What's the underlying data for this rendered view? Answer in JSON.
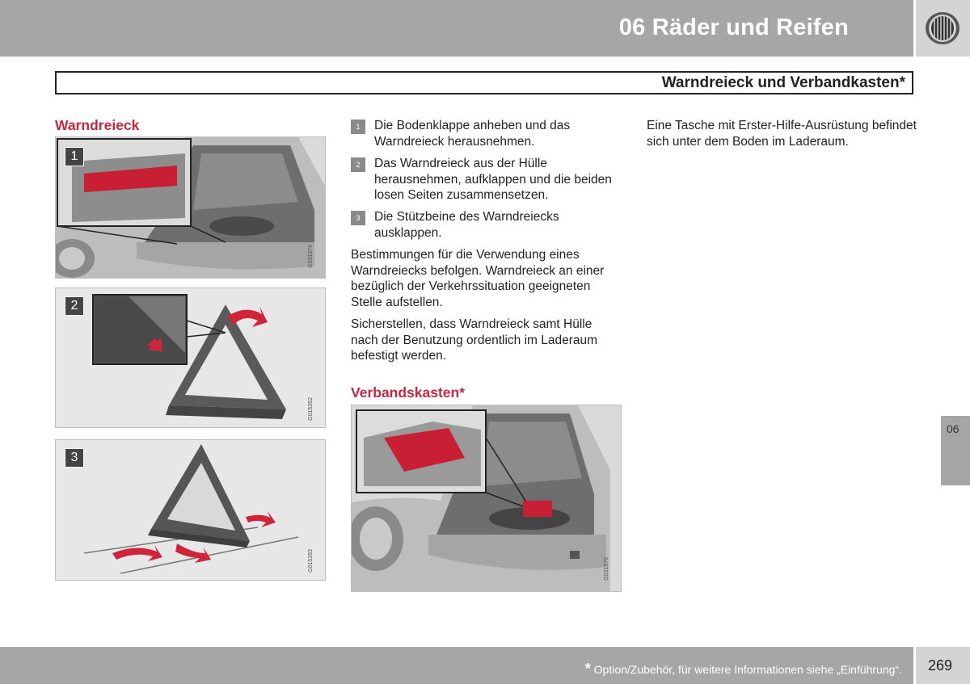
{
  "header": {
    "chapter_title": "06 Räder und Reifen",
    "icon": "tire-icon"
  },
  "section": {
    "title": "Warndreieck und Verbandkasten*"
  },
  "warndreieck": {
    "heading": "Warndreieck",
    "figures": [
      {
        "label": "1",
        "code": "G031975"
      },
      {
        "label": "2",
        "code": "G015352"
      },
      {
        "label": "3",
        "code": "G015353"
      }
    ],
    "steps": [
      {
        "num": "1",
        "text": "Die Bodenklappe anheben und das Warndreieck herausnehmen."
      },
      {
        "num": "2",
        "text": "Das Warndreieck aus der Hülle herausnehmen, aufklappen und die beiden losen Seiten zusammensetzen."
      },
      {
        "num": "3",
        "text": "Die Stützbeine des Warndreiecks ausklappen."
      }
    ],
    "para1": "Bestimmungen für die Verwendung eines Warndreiecks befolgen. Warndreieck an einer bezüglich der Verkehrssituation geeigneten Stelle aufstellen.",
    "para2": "Sicherstellen, dass Warndreieck samt Hülle nach der Benutzung ordentlich im Laderaum befestigt werden."
  },
  "verbandskasten": {
    "heading": "Verbandskasten*",
    "figure_code": "G031976",
    "text": "Eine Tasche mit Erster-Hilfe-Ausrüstung befindet sich unter dem Boden im Laderaum."
  },
  "side_tab": {
    "label": "06"
  },
  "footer": {
    "star": "*",
    "note": " Option/Zubehör, für weitere Informationen siehe „Einführung“.",
    "page_number": "269"
  },
  "colors": {
    "heading": "#c5283d",
    "bar": "#a6a6a6",
    "accent_red": "#d0243a"
  }
}
